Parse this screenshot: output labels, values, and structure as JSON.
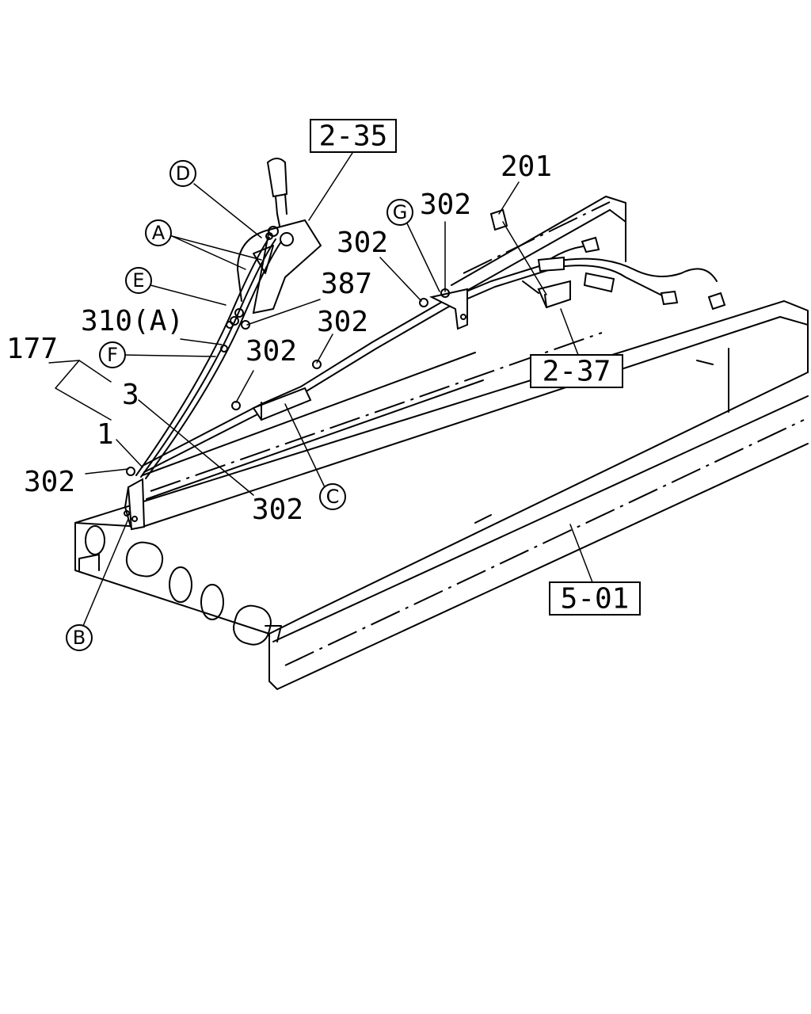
{
  "callouts": {
    "ref_2_35": "2-35",
    "ref_2_37": "2-37",
    "ref_5_01": "5-01",
    "p201": "201",
    "p302_a": "302",
    "p302_b": "302",
    "p302_c": "302",
    "p302_d": "302",
    "p302_e": "302",
    "p302_f": "302",
    "p387": "387",
    "p310a": "310(A)",
    "p177": "177",
    "p3": "3",
    "p1": "1"
  },
  "circle_labels": {
    "A": "A",
    "B": "B",
    "C": "C",
    "D": "D",
    "E": "E",
    "F": "F",
    "G": "G"
  }
}
